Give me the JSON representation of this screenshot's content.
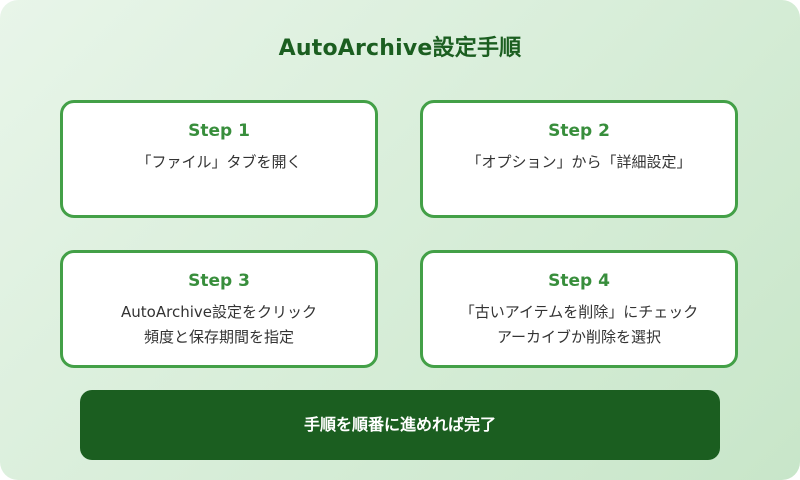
{
  "title": "AutoArchive設定手順",
  "colors": {
    "background_start": "#e8f5e9",
    "background_end": "#c8e6c9",
    "title": "#1b5e20",
    "card_border": "#43a047",
    "step_label": "#388e3c",
    "footer_bg": "#1b5e20",
    "footer_text": "#ffffff"
  },
  "steps": [
    {
      "label": "Step 1",
      "lines": [
        "「ファイル」タブを開く"
      ]
    },
    {
      "label": "Step 2",
      "lines": [
        "「オプション」から「詳細設定」"
      ]
    },
    {
      "label": "Step 3",
      "lines": [
        "AutoArchive設定をクリック",
        "頻度と保存期間を指定"
      ]
    },
    {
      "label": "Step 4",
      "lines": [
        "「古いアイテムを削除」にチェック",
        "アーカイブか削除を選択"
      ]
    }
  ],
  "footer": {
    "text": "手順を順番に進めれば完了"
  }
}
